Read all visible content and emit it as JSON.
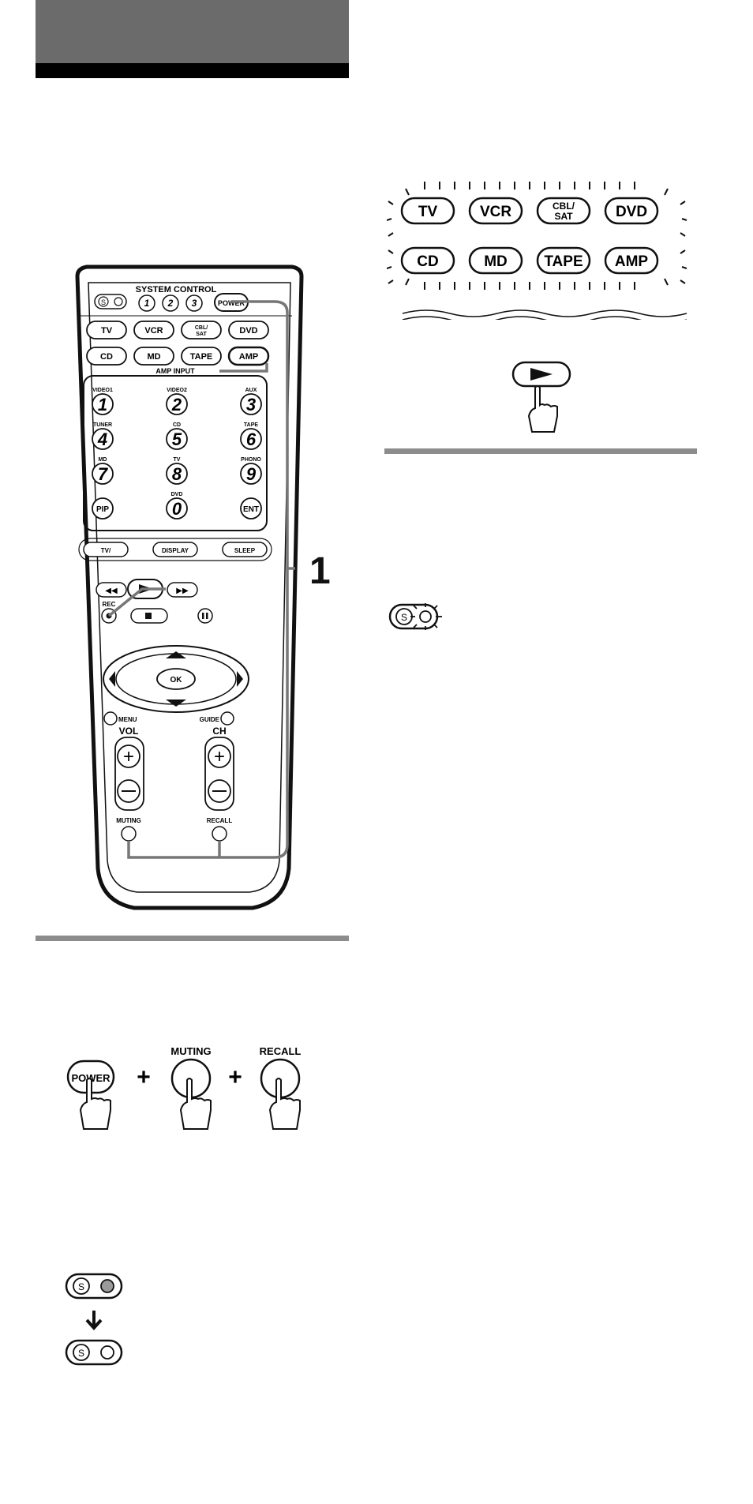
{
  "remote": {
    "system_control_label": "SYSTEM CONTROL",
    "s_label": "S",
    "sc_buttons": [
      "1",
      "2",
      "3"
    ],
    "power_label": "POWER",
    "source_row1": [
      "TV",
      "VCR",
      "CBL/SAT",
      "DVD"
    ],
    "source_row2": [
      "CD",
      "MD",
      "TAPE",
      "AMP"
    ],
    "amp_input_label": "AMP INPUT",
    "num_labels": [
      "VIDEO1",
      "VIDEO2",
      "AUX",
      "TUNER",
      "CD",
      "TAPE",
      "MD",
      "TV",
      "PHONO",
      "",
      "DVD",
      ""
    ],
    "num_keys": [
      "1",
      "2",
      "3",
      "4",
      "5",
      "6",
      "7",
      "8",
      "9",
      "PIP",
      "0",
      "ENT"
    ],
    "func_buttons": [
      "TV/VIDEO",
      "DISPLAY",
      "SLEEP"
    ],
    "rec_label": "REC",
    "ok_label": "OK",
    "menu_label": "MENU",
    "guide_label": "GUIDE",
    "vol_label": "VOL",
    "ch_label": "CH",
    "muting_label": "MUTING",
    "recall_label": "RECALL"
  },
  "callout_number": "1",
  "lit_buttons_row1": [
    "TV",
    "VCR",
    "CBL/SAT",
    "DVD"
  ],
  "lit_buttons_row2": [
    "CD",
    "MD",
    "TAPE",
    "AMP"
  ],
  "combo": {
    "power_label": "POWER",
    "plus": "+",
    "muting_label": "MUTING",
    "recall_label": "RECALL"
  },
  "indicator_s": "S",
  "colors": {
    "header_gray": "#6b6b6b",
    "rule_gray": "#8c8c8c",
    "led_lit": "#9a9a9a"
  }
}
